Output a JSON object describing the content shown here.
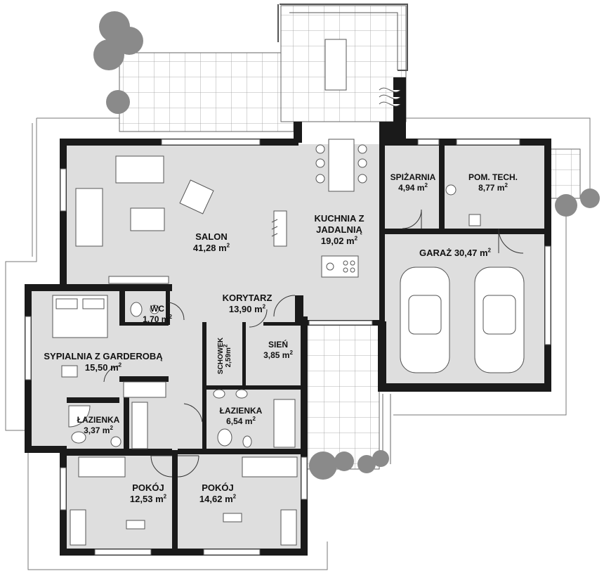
{
  "unit_sup": "2",
  "rooms": {
    "salon": {
      "name": "SALON",
      "area": "41,28 m"
    },
    "kuchnia": {
      "name1": "KUCHNIA Z",
      "name2": "JADALNIĄ",
      "area": "19,02 m"
    },
    "spizarnia": {
      "name": "SPIŻARNIA",
      "area": "4,94 m"
    },
    "pomtech": {
      "name": "POM. TECH.",
      "area": "8,77 m"
    },
    "garaz": {
      "name": "GARAŻ 30,47 m"
    },
    "korytarz": {
      "name": "KORYTARZ",
      "area": "13,90 m"
    },
    "wc": {
      "name": "WC",
      "area": "1,70 m"
    },
    "sypialnia": {
      "name": "SYPIALNIA Z GARDEROBĄ",
      "area": "15,50 m"
    },
    "schowek": {
      "name": "SCHOWEK",
      "area": "2,59m"
    },
    "sien": {
      "name": "SIEŃ",
      "area": "3,85 m"
    },
    "lazienka_small": {
      "name": "ŁAZIENKA",
      "area": "3,37 m"
    },
    "lazienka": {
      "name": "ŁAZIENKA",
      "area": "6,54 m"
    },
    "pokoj1": {
      "name": "POKÓJ",
      "area": "12,53 m"
    },
    "pokoj2": {
      "name": "POKÓJ",
      "area": "14,62 m"
    }
  },
  "colors": {
    "wall": "#1a1a1a",
    "floor": "#dedede",
    "terrace": "#ffffff",
    "tree": "#8a8a8a",
    "line": "#555555"
  }
}
